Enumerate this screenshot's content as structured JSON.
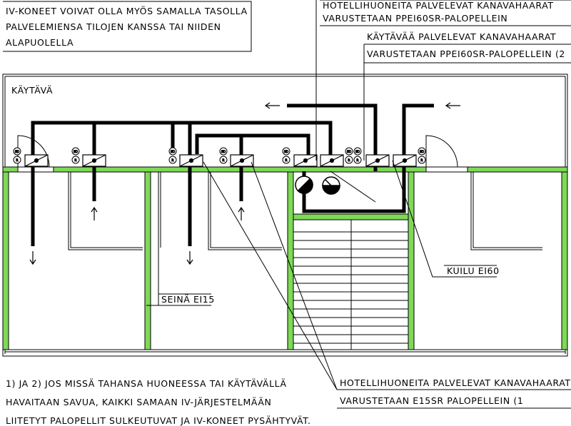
{
  "notes": {
    "iv_koneet": [
      "IV-KONEET VOIVAT OLLA MYÖS SAMALLA TASOLLA",
      "PALVELEMIENSA TILOJEN KANSSA TAI NIIDEN",
      "ALAPUOLELLA"
    ],
    "hotel_top": [
      "HOTELLIHUONEITA PALVELEVAT KANAVAHAARAT",
      "VARUSTETAAN PPEI60SR-PALOPELLEIN"
    ],
    "corridor_top": [
      "KÄYTÄVÄÄ PALVELEVAT KANAVAHAARAT",
      "VARUSTETAAN PPEI60SR-PALOPELLEIN (2"
    ],
    "hotel_bottom": [
      "HOTELLIHUONEITA PALVELEVAT KANAVAHAARAT",
      "VARUSTETAAN E15SR PALOPELLEIN (1"
    ],
    "footnote": [
      "1) JA 2) JOS MISSÄ TAHANSA HUONEESSA TAI KÄYTÄVÄLLÄ",
      "HAVAITAAN SAVUA, KAIKKI SAMAAN IV-JÄRJESTELMÄÄN",
      "LIITETYT PALOPELLIT SULKEUTUVAT JA IV-KONEET PYSÄHTYVÄT."
    ]
  },
  "labels": {
    "kaytava": "KÄYTÄVÄ",
    "kuilu": "KUILU EI60",
    "seina": "SEINÄ EI15"
  },
  "damper_tag": [
    "SD",
    "R"
  ],
  "colors": {
    "fire_wall": "#7ed957",
    "line": "#000000"
  }
}
